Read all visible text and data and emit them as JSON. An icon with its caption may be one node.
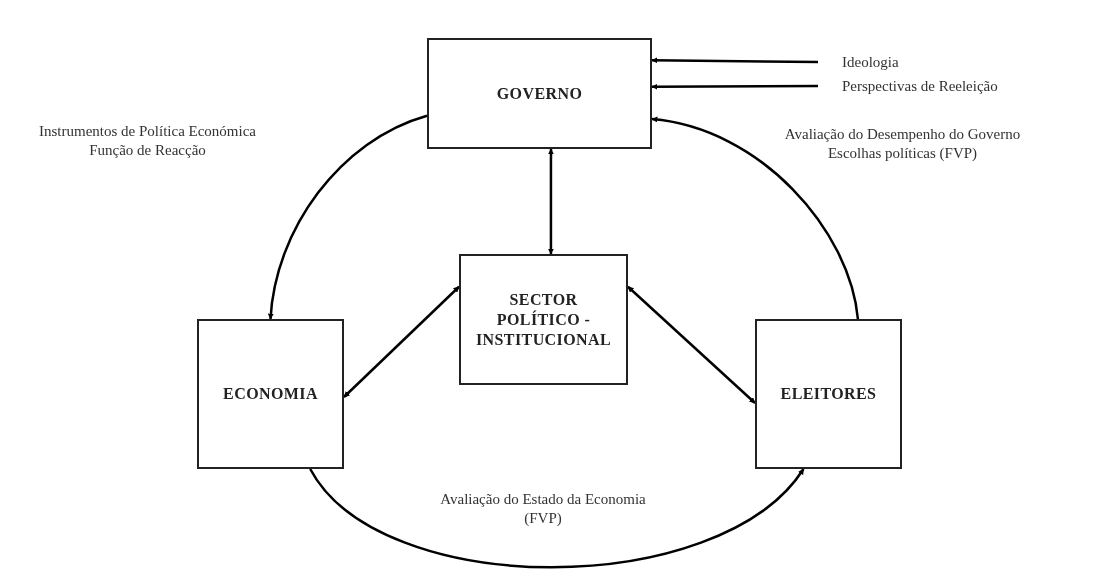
{
  "diagram": {
    "nodes": [
      {
        "text": [
          "GOVERNO"
        ]
      },
      {
        "text": [
          "SECTOR POLÍTICO - INSTITUCIONAL"
        ]
      },
      {
        "text": [
          "ECONOMIA"
        ]
      },
      {
        "text": [
          "ELEITORES"
        ]
      },
      {
        "text": [
          "Ideologia"
        ]
      },
      {
        "text": [
          "Perspectivas de Reeleição"
        ]
      }
    ],
    "edges": [
      {
        "from": 0,
        "to": 2,
        "arrow": "to",
        "label": "Instrumentos de Política Económica Função de Reacção"
      },
      {
        "from": 3,
        "to": 0,
        "arrow": "to",
        "label": "Avaliação do Desempenho do Governo Escolhas políticas (FVP)"
      },
      {
        "from": 2,
        "to": 3,
        "arrow": "to",
        "label": "Avaliação do Estado da Economia (FVP)"
      },
      {
        "from": 0,
        "to": 1,
        "arrow": "both"
      },
      {
        "from": 1,
        "to": 2,
        "arrow": "both"
      },
      {
        "from": 1,
        "to": 3,
        "arrow": "both"
      },
      {
        "from": 4,
        "to": 0,
        "arrow": "to"
      },
      {
        "from": 5,
        "to": 0,
        "arrow": "to"
      }
    ]
  }
}
